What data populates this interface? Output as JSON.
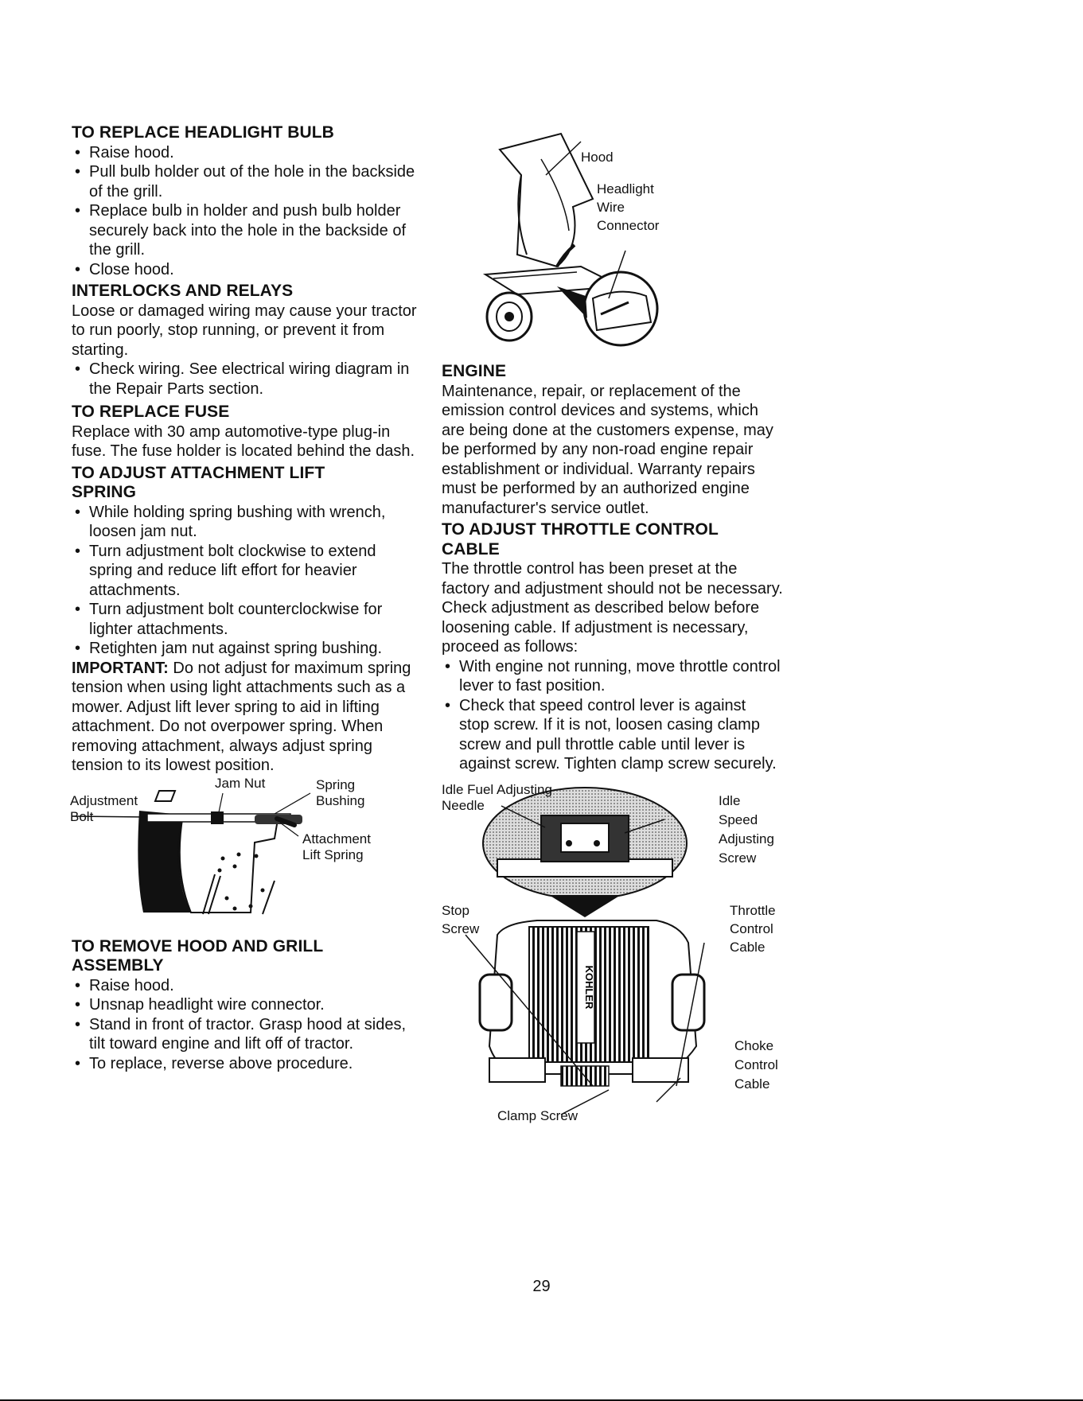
{
  "left": {
    "headlight": {
      "heading": "TO REPLACE HEADLIGHT BULB",
      "items": [
        "Raise hood.",
        "Pull bulb holder out of the hole in the backside of the grill.",
        "Replace bulb in holder and push bulb holder securely back into the hole in the backside of the grill.",
        "Close hood."
      ]
    },
    "interlocks": {
      "heading": "INTERLOCKS AND RELAYS",
      "text": "Loose or damaged wiring may cause your tractor to run poorly, stop running, or prevent it from starting.",
      "items": [
        "Check wiring. See electrical wiring diagram in the Repair Parts section."
      ]
    },
    "fuse": {
      "heading": "TO REPLACE FUSE",
      "text": "Replace with 30 amp automotive-type plug-in fuse. The fuse holder is located behind the dash."
    },
    "lift_spring": {
      "heading": "TO ADJUST ATTACHMENT LIFT SPRING",
      "items": [
        "While holding spring bushing with wrench, loosen jam nut.",
        "Turn adjustment bolt clockwise to extend spring and reduce lift effort for heavier attachments.",
        "Turn adjustment bolt counterclockwise for lighter attachments.",
        "Retighten jam nut against spring bushing."
      ],
      "important_label": "IMPORTANT:",
      "important_text": "Do not adjust for maximum spring tension when using light attachments such as a mower. Adjust lift lever spring to aid in lifting attachment. Do not overpower spring. When removing attachment, always adjust spring tension to its lowest position."
    },
    "spring_figure": {
      "labels": {
        "adjustment": "Adjustment",
        "bolt": "Bolt",
        "jam_nut": "Jam Nut",
        "spring": "Spring",
        "bushing": "Bushing",
        "attachment": "Attachment",
        "lift_spring": "Lift Spring"
      }
    },
    "hood_grill": {
      "heading": "TO REMOVE HOOD AND GRILL ASSEMBLY",
      "items": [
        "Raise hood.",
        "Unsnap headlight wire connector.",
        "Stand in front of tractor. Grasp hood at sides, tilt toward engine and lift off of tractor.",
        "To replace, reverse above procedure."
      ]
    }
  },
  "right": {
    "hood_figure": {
      "labels": {
        "hood": "Hood",
        "headlight": "Headlight",
        "wire": "Wire",
        "connector": "Connector"
      }
    },
    "engine": {
      "heading": "ENGINE",
      "text": "Maintenance, repair, or replacement of the emission control devices and systems, which are being done at the customers expense, may be performed by any non-road engine repair establishment or individual. Warranty repairs must be performed by an authorized engine manufacturer's service outlet."
    },
    "throttle": {
      "heading": "TO ADJUST THROTTLE CONTROL CABLE",
      "text": "The throttle control has been preset at the factory and adjustment should not be necessary. Check adjustment as described below before loosening cable. If adjustment is necessary, proceed as follows:",
      "items": [
        "With engine not running, move throttle control lever to fast position.",
        "Check that speed control lever is against stop screw. If it is not, loosen casing clamp screw and pull throttle cable until lever is against screw. Tighten clamp screw securely."
      ]
    },
    "engine_figure": {
      "labels": {
        "idle_fuel": "Idle Fuel Adjusting",
        "needle": "Needle",
        "idle": "Idle",
        "speed": "Speed",
        "adjusting": "Adjusting",
        "screw": "Screw",
        "stop": "Stop",
        "stop_screw": "Screw",
        "throttle": "Throttle",
        "control": "Control",
        "cable": "Cable",
        "choke": "Choke",
        "choke_control": "Control",
        "choke_cable": "Cable",
        "clamp_screw": "Clamp Screw",
        "brand": "KOHLER"
      }
    }
  },
  "page_number": "29"
}
